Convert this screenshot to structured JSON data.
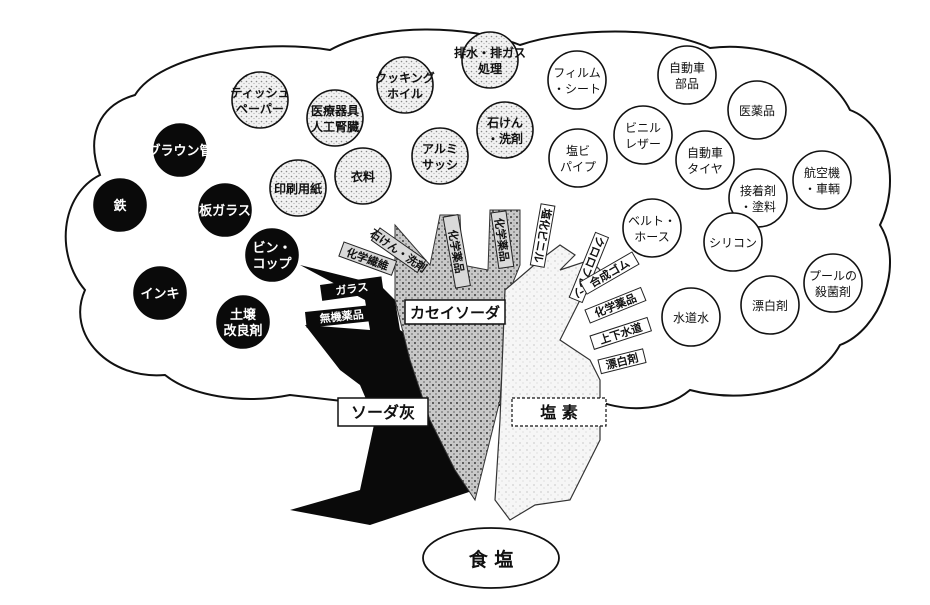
{
  "base_label": "食 塩",
  "trunk_labels": {
    "soda_ash": "ソーダ灰",
    "caustic_soda": "カセイソーダ",
    "chlorine": "塩 素"
  },
  "soda_ash_branches": [
    "ガラス",
    "無機薬品"
  ],
  "caustic_soda_branches": [
    "化学繊維",
    "石けん・洗剤",
    "化学薬品",
    "化学薬品"
  ],
  "chlorine_branches": [
    "塩化ビニル",
    "クロロプレン",
    "合成ゴム",
    "化学薬品",
    "上下水道",
    "漂白剤"
  ],
  "dark_items": [
    {
      "line1": "鉄",
      "line2": ""
    },
    {
      "line1": "ブラウン管",
      "line2": ""
    },
    {
      "line1": "板ガラス",
      "line2": ""
    },
    {
      "line1": "ビン・",
      "line2": "コップ"
    },
    {
      "line1": "インキ",
      "line2": ""
    },
    {
      "line1": "土壌",
      "line2": "改良剤"
    }
  ],
  "mid_items": [
    {
      "line1": "ティッシュ",
      "line2": "ペーパー"
    },
    {
      "line1": "医療器具",
      "line2": "人工腎臓"
    },
    {
      "line1": "クッキング",
      "line2": "ホイル"
    },
    {
      "line1": "排水・排ガス",
      "line2": "処理"
    },
    {
      "line1": "印刷用紙",
      "line2": ""
    },
    {
      "line1": "衣料",
      "line2": ""
    },
    {
      "line1": "アルミ",
      "line2": "サッシ"
    },
    {
      "line1": "石けん",
      "line2": "・洗剤"
    }
  ],
  "light_items": [
    {
      "line1": "フィルム",
      "line2": "・シート"
    },
    {
      "line1": "自動車",
      "line2": "部品"
    },
    {
      "line1": "塩ビ",
      "line2": "パイプ"
    },
    {
      "line1": "ビニル",
      "line2": "レザー"
    },
    {
      "line1": "医薬品",
      "line2": ""
    },
    {
      "line1": "自動車",
      "line2": "タイヤ"
    },
    {
      "line1": "航空機",
      "line2": "・車輌"
    },
    {
      "line1": "接着剤",
      "line2": "・塗料"
    },
    {
      "line1": "ベルト・",
      "line2": "ホース"
    },
    {
      "line1": "シリコン",
      "line2": ""
    },
    {
      "line1": "プールの",
      "line2": "殺菌剤"
    },
    {
      "line1": "水道水",
      "line2": ""
    },
    {
      "line1": "漂白剤",
      "line2": ""
    }
  ]
}
